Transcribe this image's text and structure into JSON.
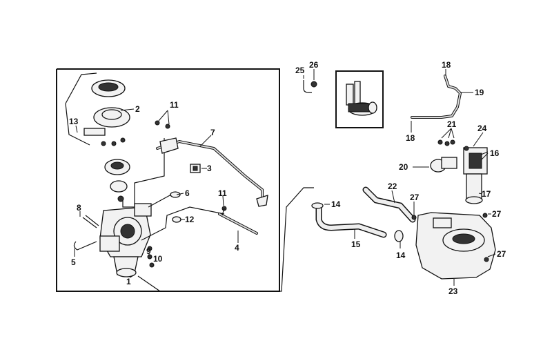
{
  "labels": {
    "l1": "1",
    "l2": "2",
    "l3": "3",
    "l4": "4",
    "l5": "5",
    "l6": "6",
    "l7": "7",
    "l8": "8",
    "l9": "9",
    "l10": "10",
    "l11a": "11",
    "l11b": "11",
    "l12": "12",
    "l13": "13",
    "l14a": "14",
    "l14b": "14",
    "l15": "15",
    "l16": "16",
    "l17": "17",
    "l18a": "18",
    "l18b": "18",
    "l19": "19",
    "l20": "20",
    "l21": "21",
    "l22": "22",
    "l23": "23",
    "l24": "24",
    "l25": "25",
    "l26": "26",
    "l27a": "27",
    "l27b": "27",
    "l27c": "27"
  }
}
